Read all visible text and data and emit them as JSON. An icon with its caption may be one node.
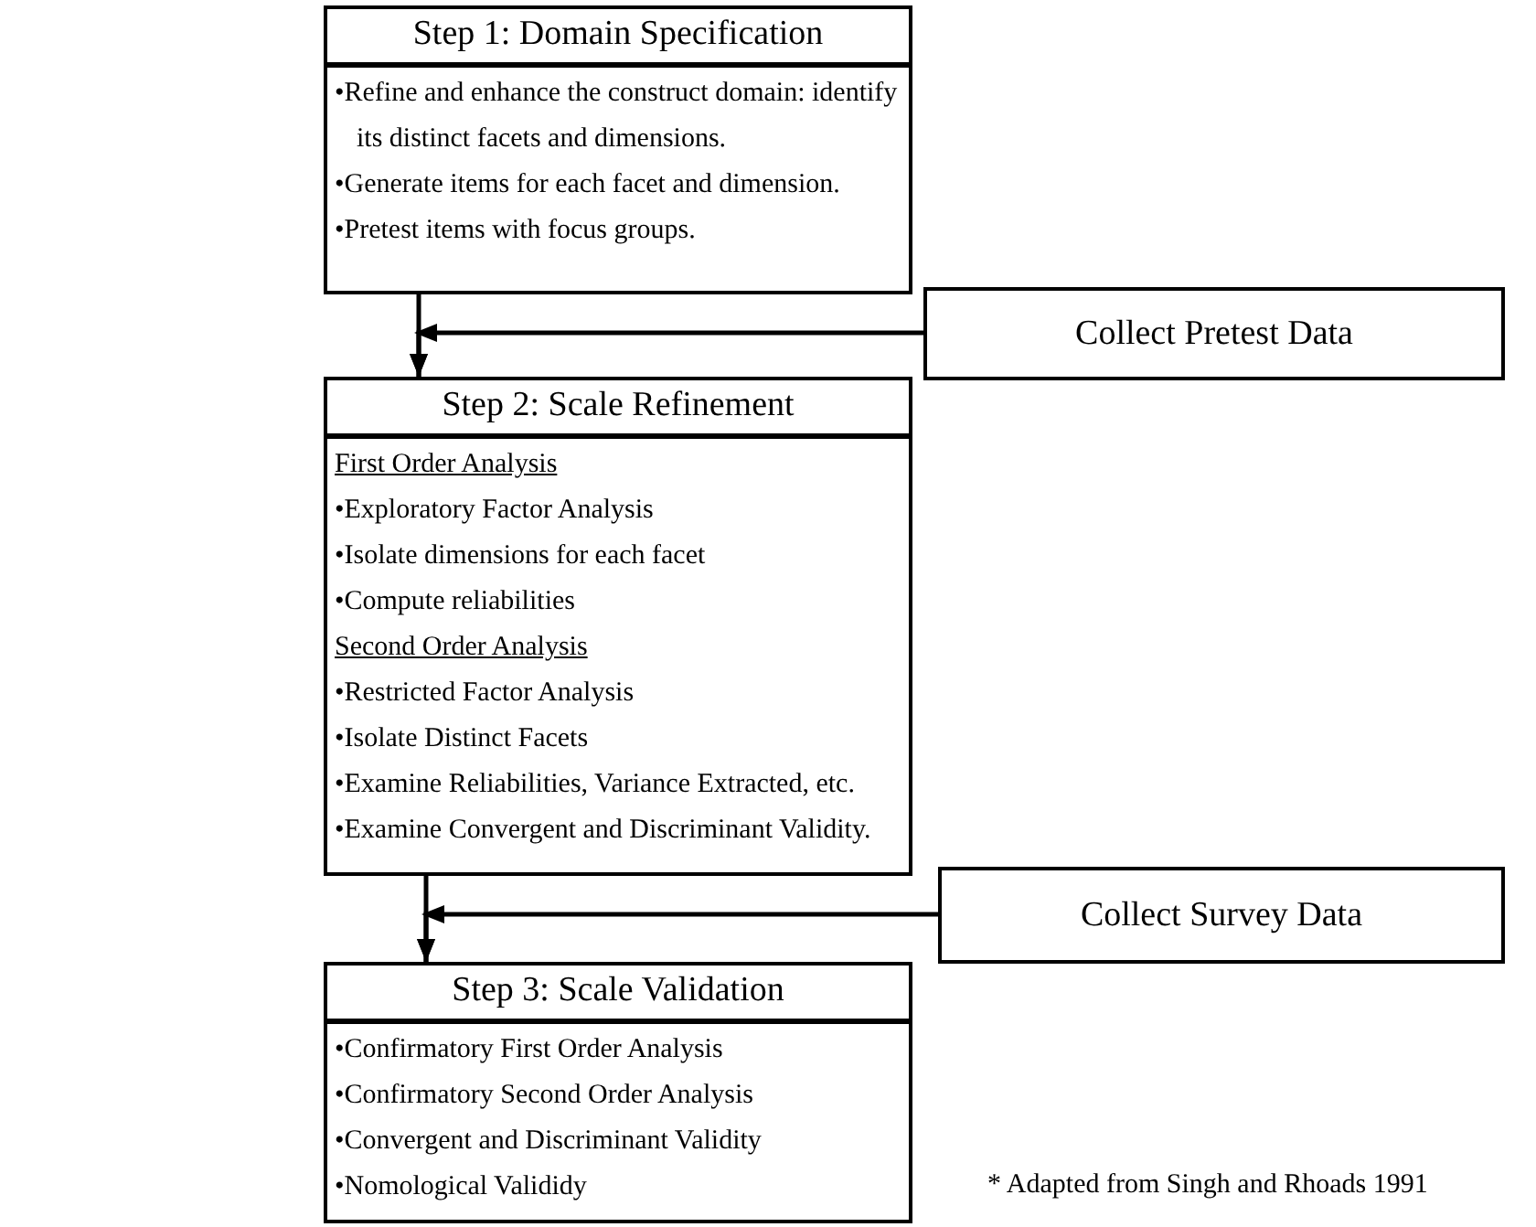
{
  "diagram": {
    "nodes": [
      {
        "text": [
          "Step 1: Domain Specification",
          "•Refine and enhance the construct domain: identify its distinct facets and dimensions.",
          "•Generate items for each facet and dimension.",
          "•Pretest items with focus groups."
        ]
      },
      {
        "text": [
          "Collect Pretest Data"
        ]
      },
      {
        "text": [
          "Step 2: Scale Refinement",
          "First Order Analysis",
          "•Exploratory Factor Analysis",
          "•Isolate dimensions for each facet",
          "•Compute reliabilities",
          "Second Order Analysis",
          "•Restricted Factor Analysis",
          "•Isolate Distinct Facets",
          "•Examine Reliabilities, Variance Extracted, etc.",
          "•Examine Convergent and Discriminant Validity."
        ]
      },
      {
        "text": [
          "Collect Survey Data"
        ]
      },
      {
        "text": [
          "Step 3: Scale Validation",
          "•Confirmatory First Order Analysis",
          "•Confirmatory Second Order Analysis",
          "•Convergent and Discriminant Validity",
          "•Nomological Valididy"
        ]
      }
    ],
    "edges": [
      {
        "from": 0,
        "to": 2,
        "arrow": "to"
      },
      {
        "from": 1,
        "to": 2,
        "arrow": "to"
      },
      {
        "from": 2,
        "to": 4,
        "arrow": "to"
      },
      {
        "from": 3,
        "to": 4,
        "arrow": "to"
      }
    ],
    "labels": [
      "* Adapted from Singh and Rhoads 1991"
    ]
  }
}
